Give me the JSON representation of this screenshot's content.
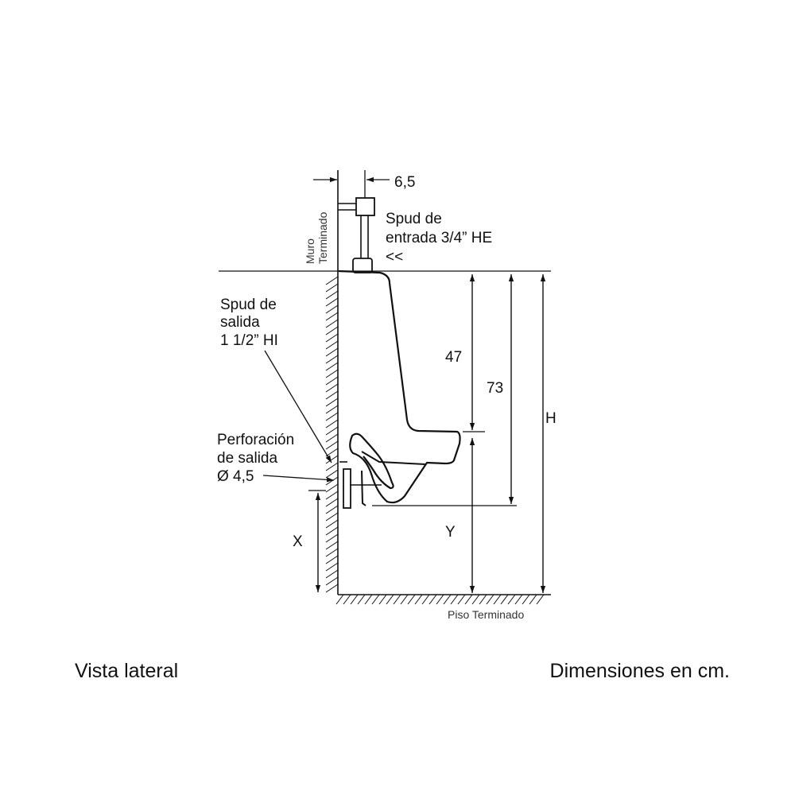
{
  "labels": {
    "dim_6_5": "6,5",
    "spud_entrada": [
      "Spud de",
      "entrada 3/4” HE",
      "<<"
    ],
    "spud_salida": [
      "Spud de",
      "salida",
      "1 1/2” HI"
    ],
    "perforacion": [
      "Perforación",
      "de salida",
      "Ø 4,5"
    ],
    "wall": [
      "Muro",
      "Terminado"
    ],
    "floor": "Piso Terminado",
    "dim_47": "47",
    "dim_73": "73",
    "dim_H": "H",
    "dim_X": "X",
    "dim_Y": "Y"
  },
  "captions": {
    "left": "Vista lateral",
    "right": "Dimensiones en cm."
  },
  "colors": {
    "line": "#111111",
    "background": "#ffffff"
  }
}
